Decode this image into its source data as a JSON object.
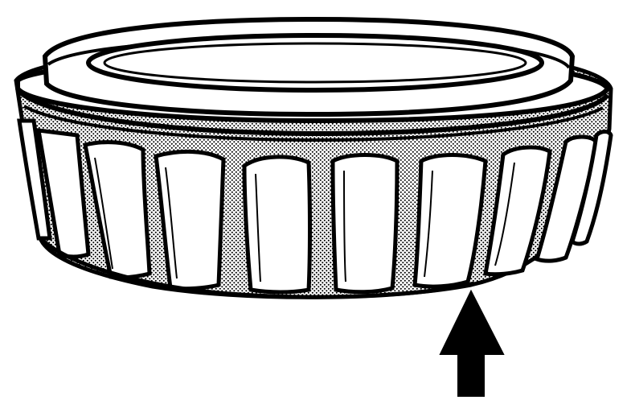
{
  "figure": {
    "subject": "tapered-roller-bearing-cone",
    "callout": {
      "kind": "arrow",
      "direction": "up",
      "target": "bearing-cage"
    }
  },
  "colors": {
    "ink": "#000000",
    "paper": "#ffffff",
    "stipple": "#000000"
  }
}
